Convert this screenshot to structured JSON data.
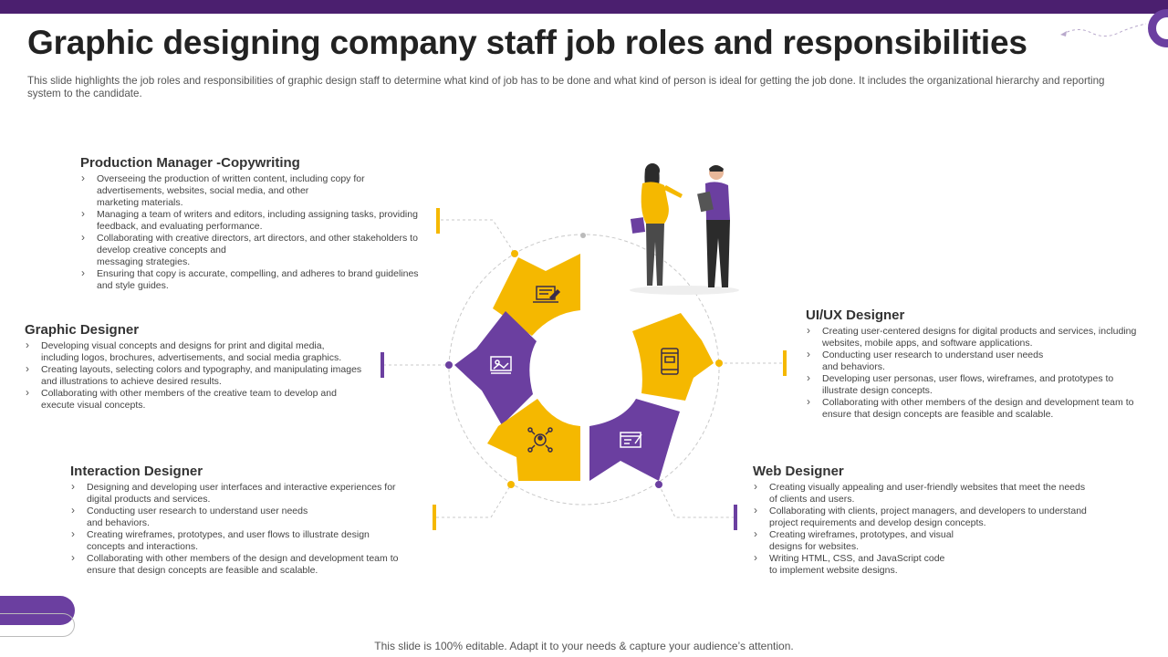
{
  "title": "Graphic designing company staff job roles and responsibilities",
  "subtitle": "This slide highlights the job roles and responsibilities of graphic design staff to determine what kind of job has to be done and what kind of person is ideal for getting the job done. It includes the organizational hierarchy and reporting system to the candidate.",
  "colors": {
    "purple": "#6b3fa0",
    "yellow": "#f5b800",
    "dark_purple": "#4b1f6f"
  },
  "roles": {
    "production": {
      "title": "Production Manager -Copywriting",
      "icon": "copywriting-icon",
      "items": [
        "Overseeing the production of written content, including copy for\nadvertisements, websites, social media, and other\nmarketing materials.",
        "Managing a team of writers and editors, including assigning tasks, providing\nfeedback, and evaluating performance.",
        "Collaborating with creative directors, art directors, and other stakeholders to\ndevelop creative concepts and\nmessaging strategies.",
        "Ensuring that copy is accurate, compelling, and adheres to brand guidelines\nand style guides."
      ]
    },
    "graphic": {
      "title": "Graphic Designer",
      "icon": "design-screen-icon",
      "items": [
        "Developing visual concepts and designs for print and digital media,\nincluding logos, brochures, advertisements, and social media graphics.",
        "Creating layouts, selecting colors and typography, and manipulating images\nand illustrations to achieve desired results.",
        "Collaborating with other members of the creative team to develop and\nexecute visual concepts."
      ]
    },
    "interaction": {
      "title": "Interaction Designer",
      "icon": "user-network-icon",
      "items": [
        "Designing and developing user interfaces and interactive experiences for\ndigital products and services.",
        "Conducting user research to understand user needs\nand behaviors.",
        "Creating wireframes, prototypes, and user flows to illustrate design\nconcepts and interactions.",
        "Collaborating with other members of the design and development team to\nensure that design concepts are feasible and scalable."
      ]
    },
    "uiux": {
      "title": "UI/UX Designer",
      "icon": "mobile-app-icon",
      "items": [
        "Creating user-centered designs for digital products and services, including\nwebsites, mobile apps, and software applications.",
        "Conducting user research to understand user needs\nand behaviors.",
        "Developing user personas, user flows, wireframes, and prototypes to\nillustrate design concepts.",
        "Collaborating with other members of the design and development team to\nensure that design concepts are feasible and scalable."
      ]
    },
    "web": {
      "title": "Web Designer",
      "icon": "web-design-icon",
      "items": [
        "Creating visually appealing and user-friendly websites that meet the needs\nof clients and users.",
        "Collaborating with clients, project managers, and developers to understand\nproject requirements and develop design concepts.",
        "Creating wireframes, prototypes, and visual\ndesigns for websites.",
        "Writing HTML, CSS, and JavaScript code\nto implement website designs."
      ]
    }
  },
  "illustration": "two-people-discussion-illustration",
  "footer": "This slide is 100% editable. Adapt it to your needs & capture your audience’s attention."
}
